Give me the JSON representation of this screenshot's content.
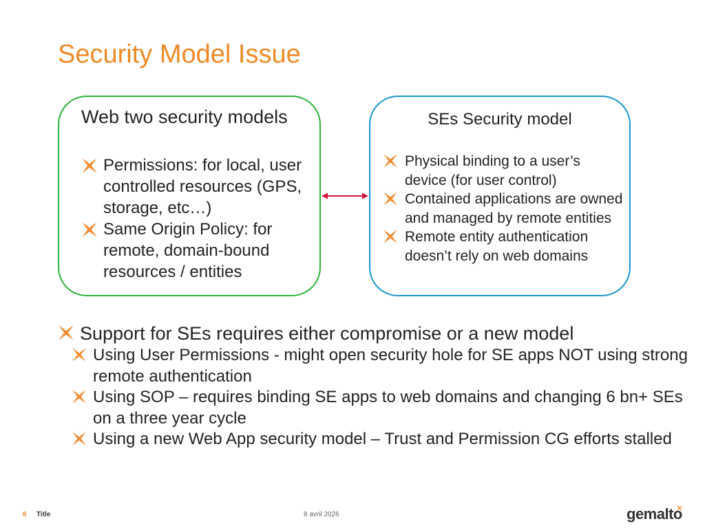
{
  "slide": {
    "title": "Security Model Issue"
  },
  "left_box": {
    "heading": "Web two security models",
    "bullets": [
      "Permissions: for local, user controlled resources (GPS, storage, etc…)",
      "Same Origin Policy: for remote, domain-bound resources / entities"
    ]
  },
  "right_box": {
    "heading": "SEs Security model",
    "bullets": [
      "Physical binding to a user’s device (for user control)",
      "Contained applications are owned and managed by remote entities",
      "Remote entity authentication doesn’t rely on web domains"
    ]
  },
  "main": {
    "point": "Support for SEs requires either compromise or a new model",
    "sub_points": [
      "Using User Permissions - might open security hole for SE apps NOT using strong remote authentication",
      "Using SOP – requires binding SE apps to web domains and changing 6 bn+ SEs on a three year cycle",
      "Using a new Web App security model – Trust and Permission CG efforts stalled"
    ]
  },
  "footer": {
    "page_number": "6",
    "title": "Title",
    "date": "8 avril 2026",
    "logo_text": "gemalto"
  },
  "colors": {
    "title": "#ee8a27",
    "left_border": "#2db238",
    "right_border": "#1b96c8",
    "arrow": "#d2143c",
    "bullet": "#f18b31",
    "page_number": "#ee8a27",
    "logo_mark": "#ee8a27"
  },
  "icons": {
    "bullet": "orange-x-bullet-icon",
    "arrow": "double-headed-arrow",
    "logo": "gemalto-x-mark"
  }
}
